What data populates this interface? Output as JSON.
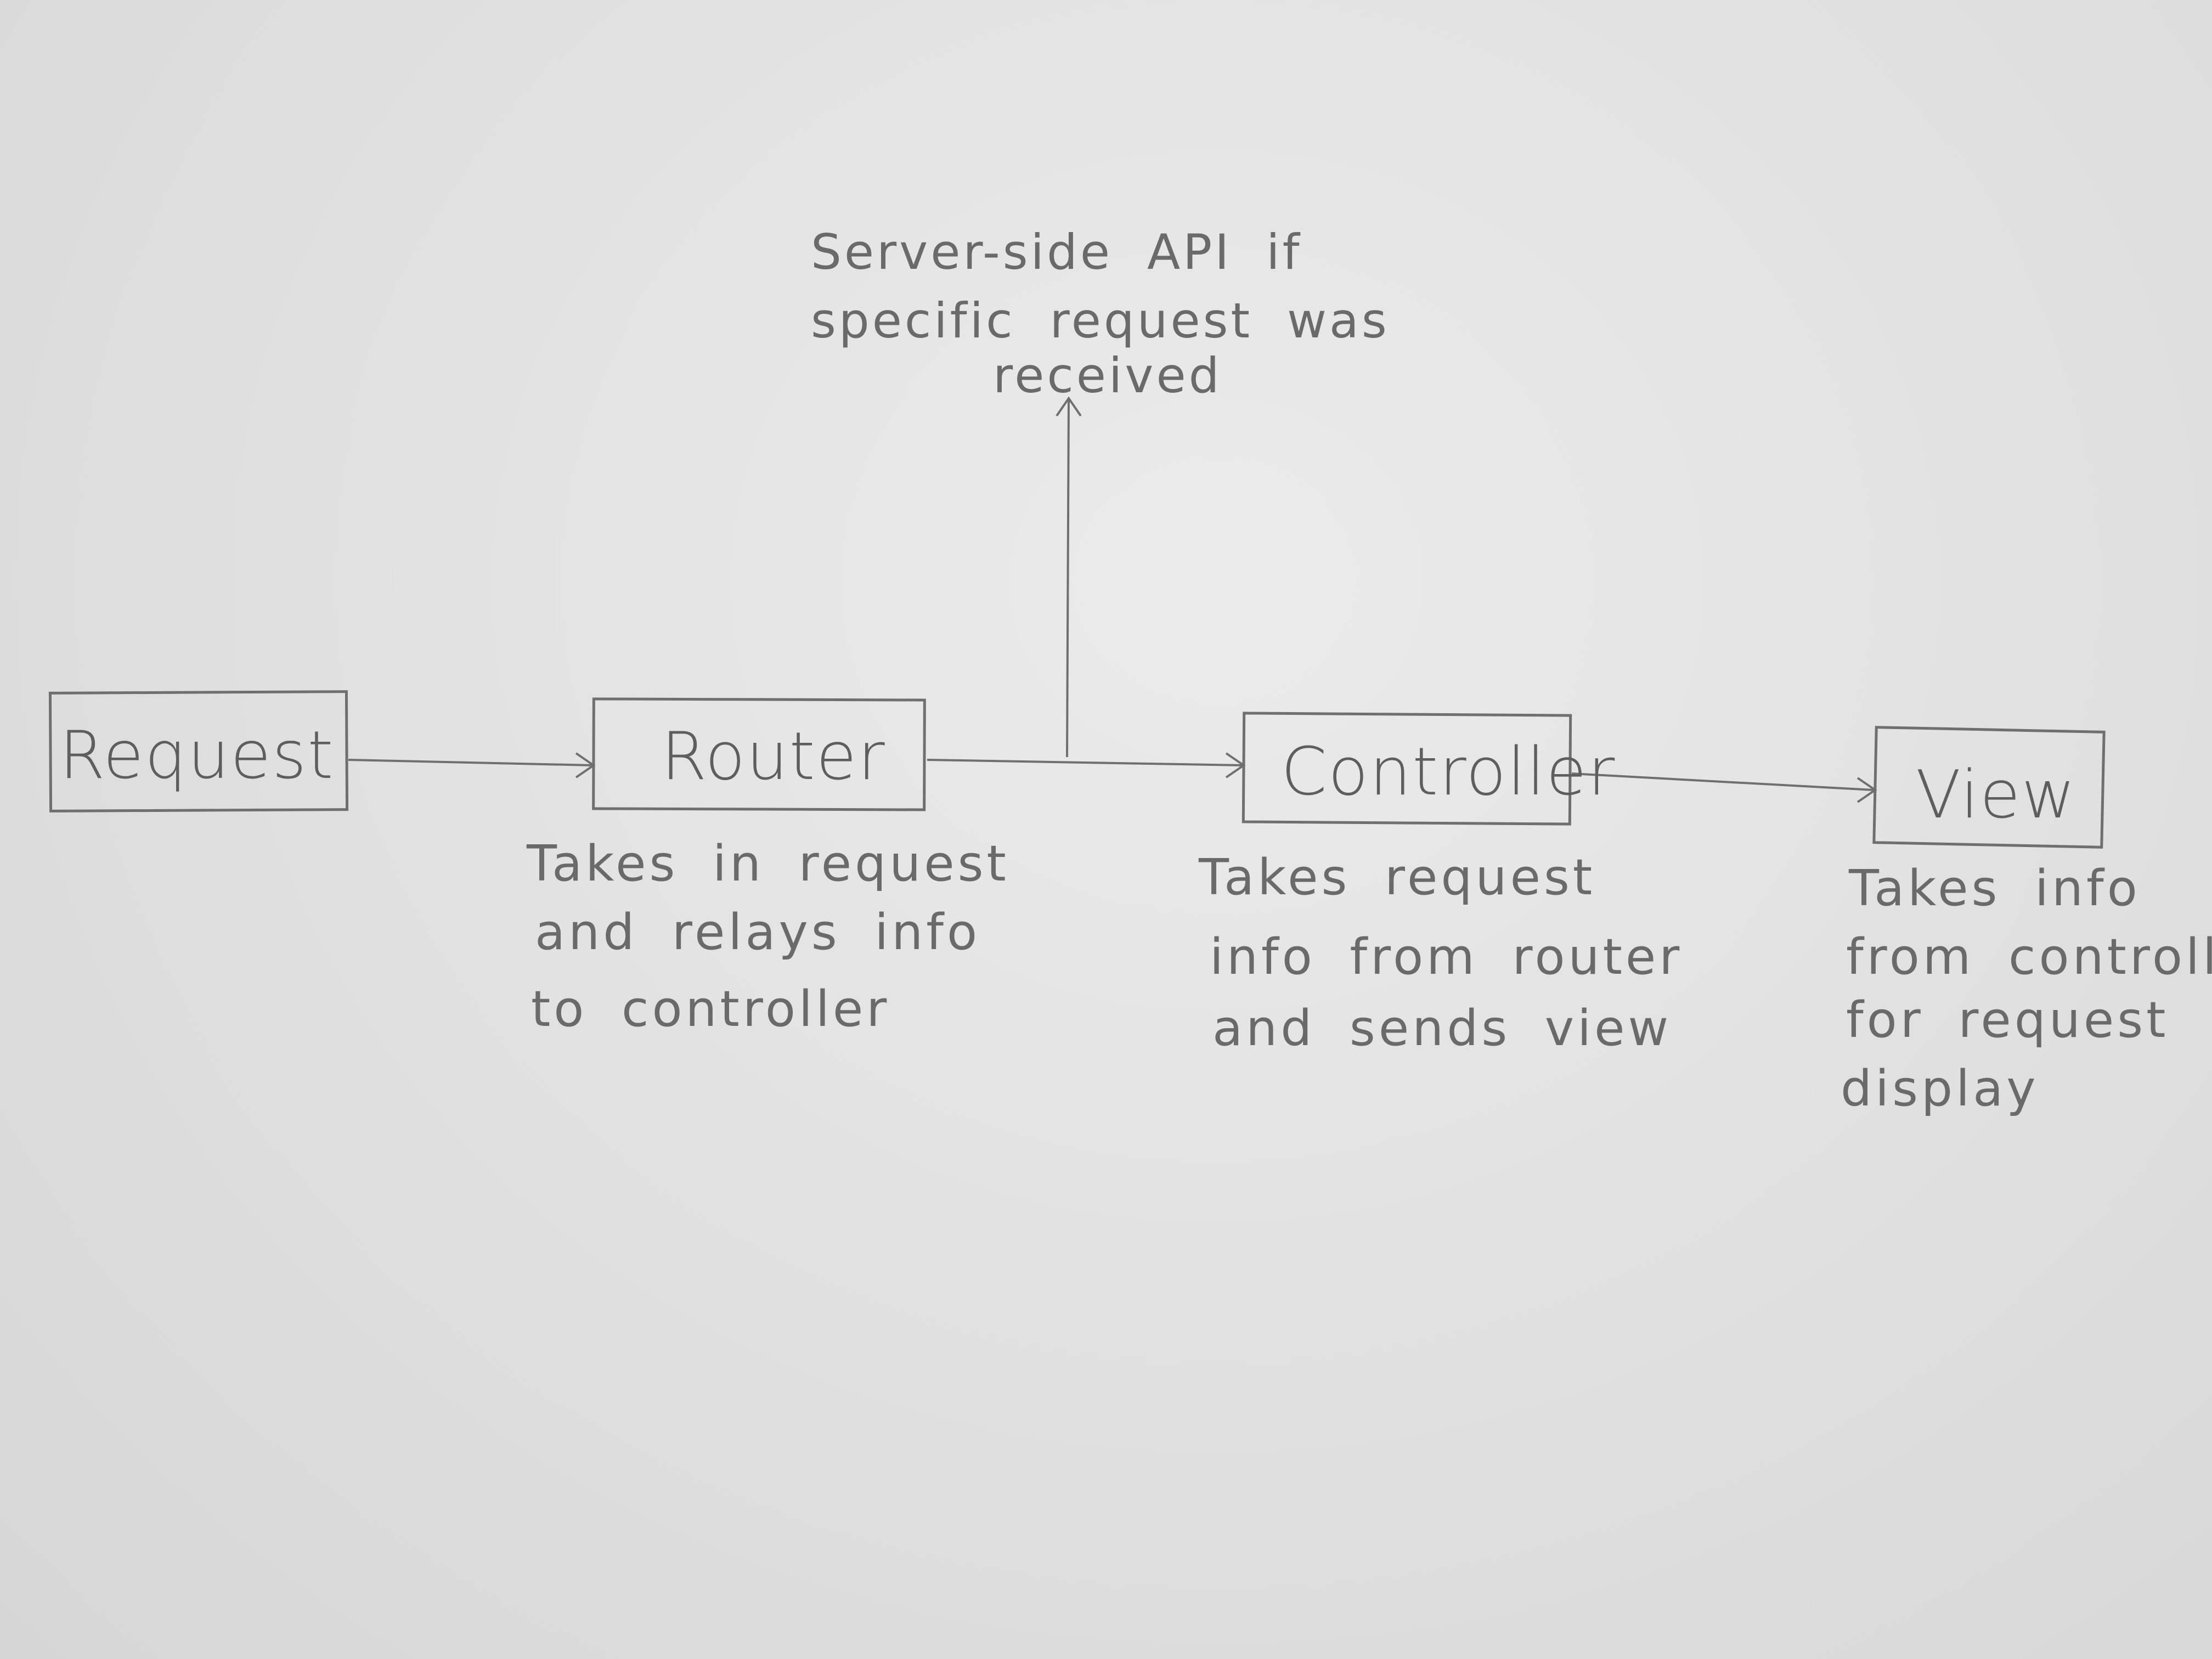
{
  "nodes": {
    "request": {
      "label": "Request"
    },
    "router": {
      "label": "Router"
    },
    "controller": {
      "label": "Controller"
    },
    "view": {
      "label": "View"
    }
  },
  "descriptions": {
    "router": [
      "Takes in request",
      "and relays info",
      "to controller"
    ],
    "controller": [
      "Takes request",
      "info from router",
      "and sends view"
    ],
    "view": [
      "Takes info",
      "from controller",
      "for request",
      "display"
    ]
  },
  "api_note": [
    "Server-side API if",
    "specific request was",
    "received"
  ],
  "edges": [
    {
      "from": "Request",
      "to": "Router"
    },
    {
      "from": "Router",
      "to": "Controller"
    },
    {
      "from": "Router",
      "to": "Server-side API"
    },
    {
      "from": "Controller",
      "to": "View"
    }
  ],
  "colors": {
    "paper": "#e6e6e6",
    "ink": "#6f6f6f"
  }
}
